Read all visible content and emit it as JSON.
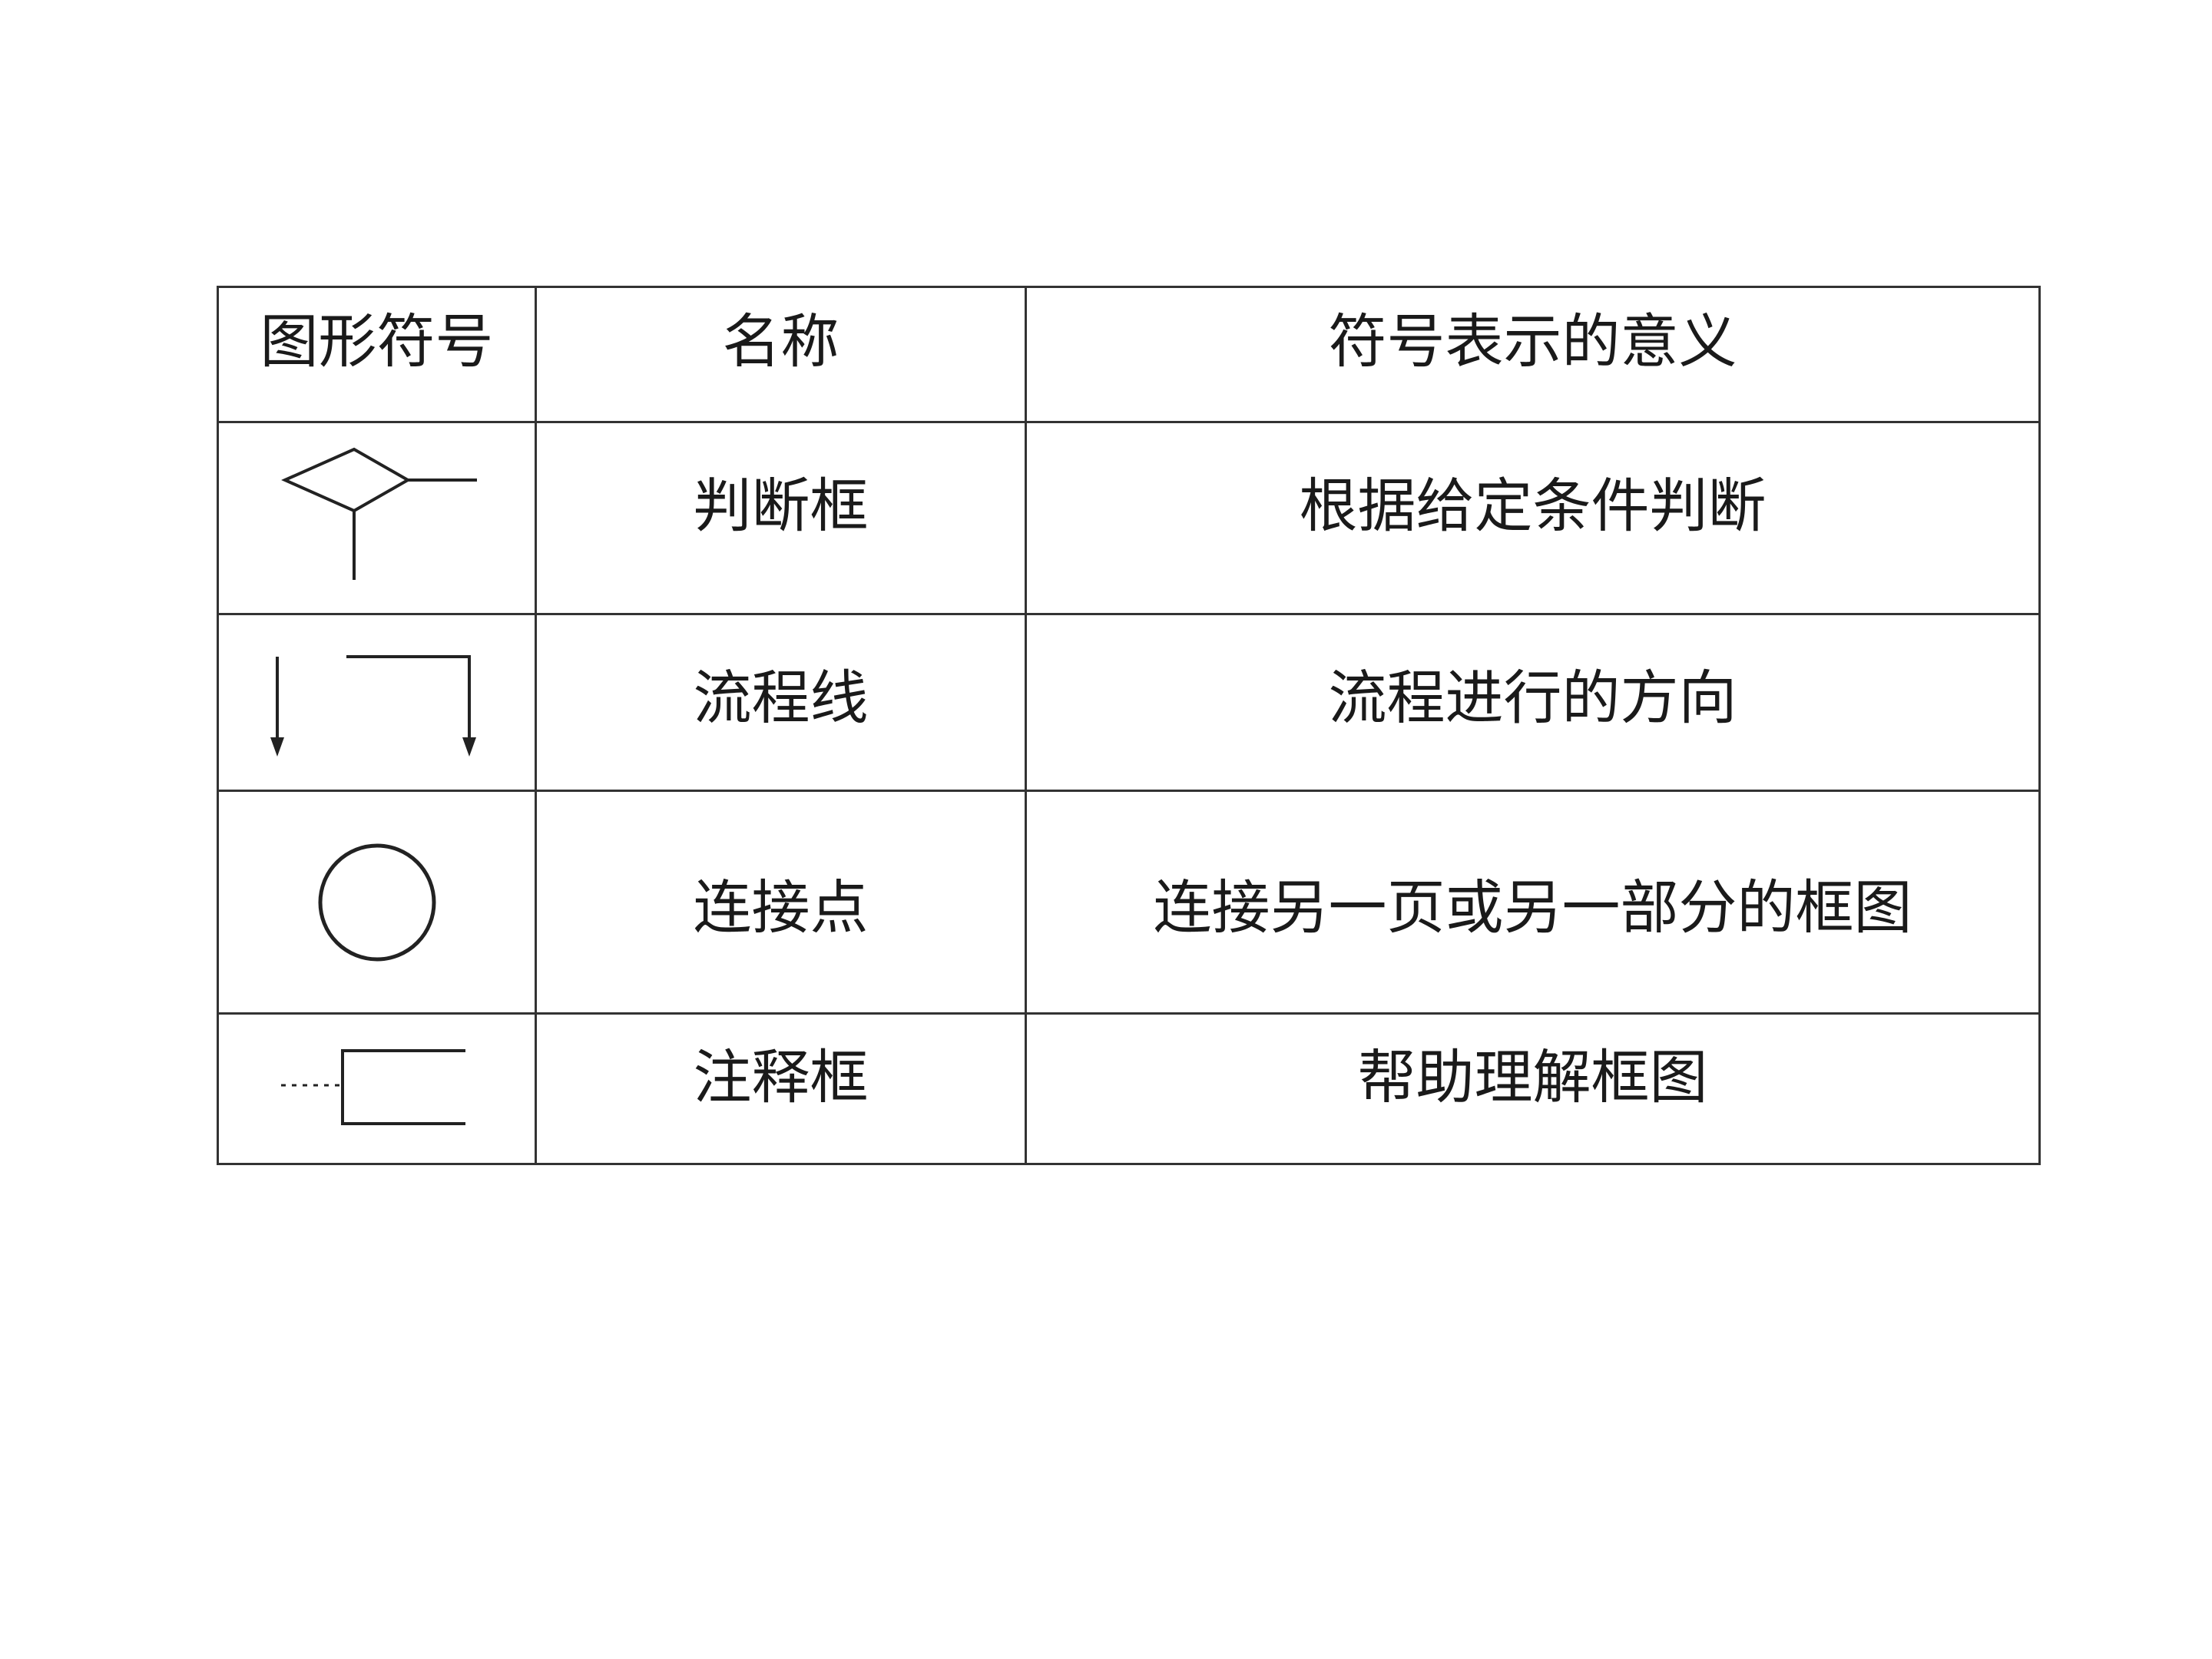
{
  "table": {
    "headers": {
      "symbol": "图形符号",
      "name": "名称",
      "meaning": "符号表示的意义"
    },
    "rows": [
      {
        "icon": "decision-diamond-icon",
        "name": "判断框",
        "meaning": "根据给定条件判断"
      },
      {
        "icon": "flow-line-arrows-icon",
        "name": "流程线",
        "meaning": "流程进行的方向"
      },
      {
        "icon": "connector-circle-icon",
        "name": "连接点",
        "meaning": "连接另一页或另一部分的框图"
      },
      {
        "icon": "comment-box-icon",
        "name": "注释框",
        "meaning": "帮助理解框图"
      }
    ]
  }
}
